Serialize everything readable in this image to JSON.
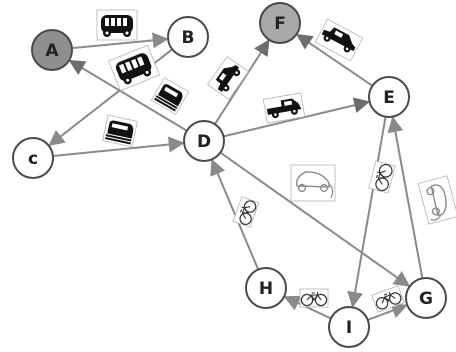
{
  "diagram": {
    "colors": {
      "node_fill": "#ffffff",
      "node_fill_highlight": "#8f8f8f",
      "node_fill_highlight_light": "#a9a9a9",
      "edge": "#8a8a8a",
      "edge_dark": "#6d6d6d",
      "vehicle_dark": "#111111",
      "vehicle_light": "#8a8a8a"
    },
    "nodes": [
      {
        "id": "A",
        "label": "A",
        "highlighted": true
      },
      {
        "id": "B",
        "label": "B",
        "highlighted": false
      },
      {
        "id": "C",
        "label": "c",
        "highlighted": false
      },
      {
        "id": "D",
        "label": "D",
        "highlighted": false
      },
      {
        "id": "E",
        "label": "E",
        "highlighted": false
      },
      {
        "id": "F",
        "label": "F",
        "highlighted": true
      },
      {
        "id": "G",
        "label": "G",
        "highlighted": false
      },
      {
        "id": "H",
        "label": "H",
        "highlighted": false
      },
      {
        "id": "I",
        "label": "I",
        "highlighted": false
      }
    ],
    "edges": [
      {
        "from": "A",
        "to": "B",
        "mode": "bus"
      },
      {
        "from": "B",
        "to": "C",
        "mode": "bus"
      },
      {
        "from": "D",
        "to": "A",
        "mode": "train"
      },
      {
        "from": "C",
        "to": "D",
        "mode": "train"
      },
      {
        "from": "D",
        "to": "F",
        "mode": "car"
      },
      {
        "from": "E",
        "to": "F",
        "mode": "car"
      },
      {
        "from": "D",
        "to": "E",
        "mode": "truck"
      },
      {
        "from": "D",
        "to": "G",
        "mode": "electric-car"
      },
      {
        "from": "G",
        "to": "E",
        "mode": "electric-car"
      },
      {
        "from": "E",
        "to": "I",
        "mode": "bicycle"
      },
      {
        "from": "H",
        "to": "D",
        "mode": "bicycle"
      },
      {
        "from": "I",
        "to": "H",
        "mode": "bicycle"
      },
      {
        "from": "I",
        "to": "G",
        "mode": "bicycle"
      }
    ]
  }
}
